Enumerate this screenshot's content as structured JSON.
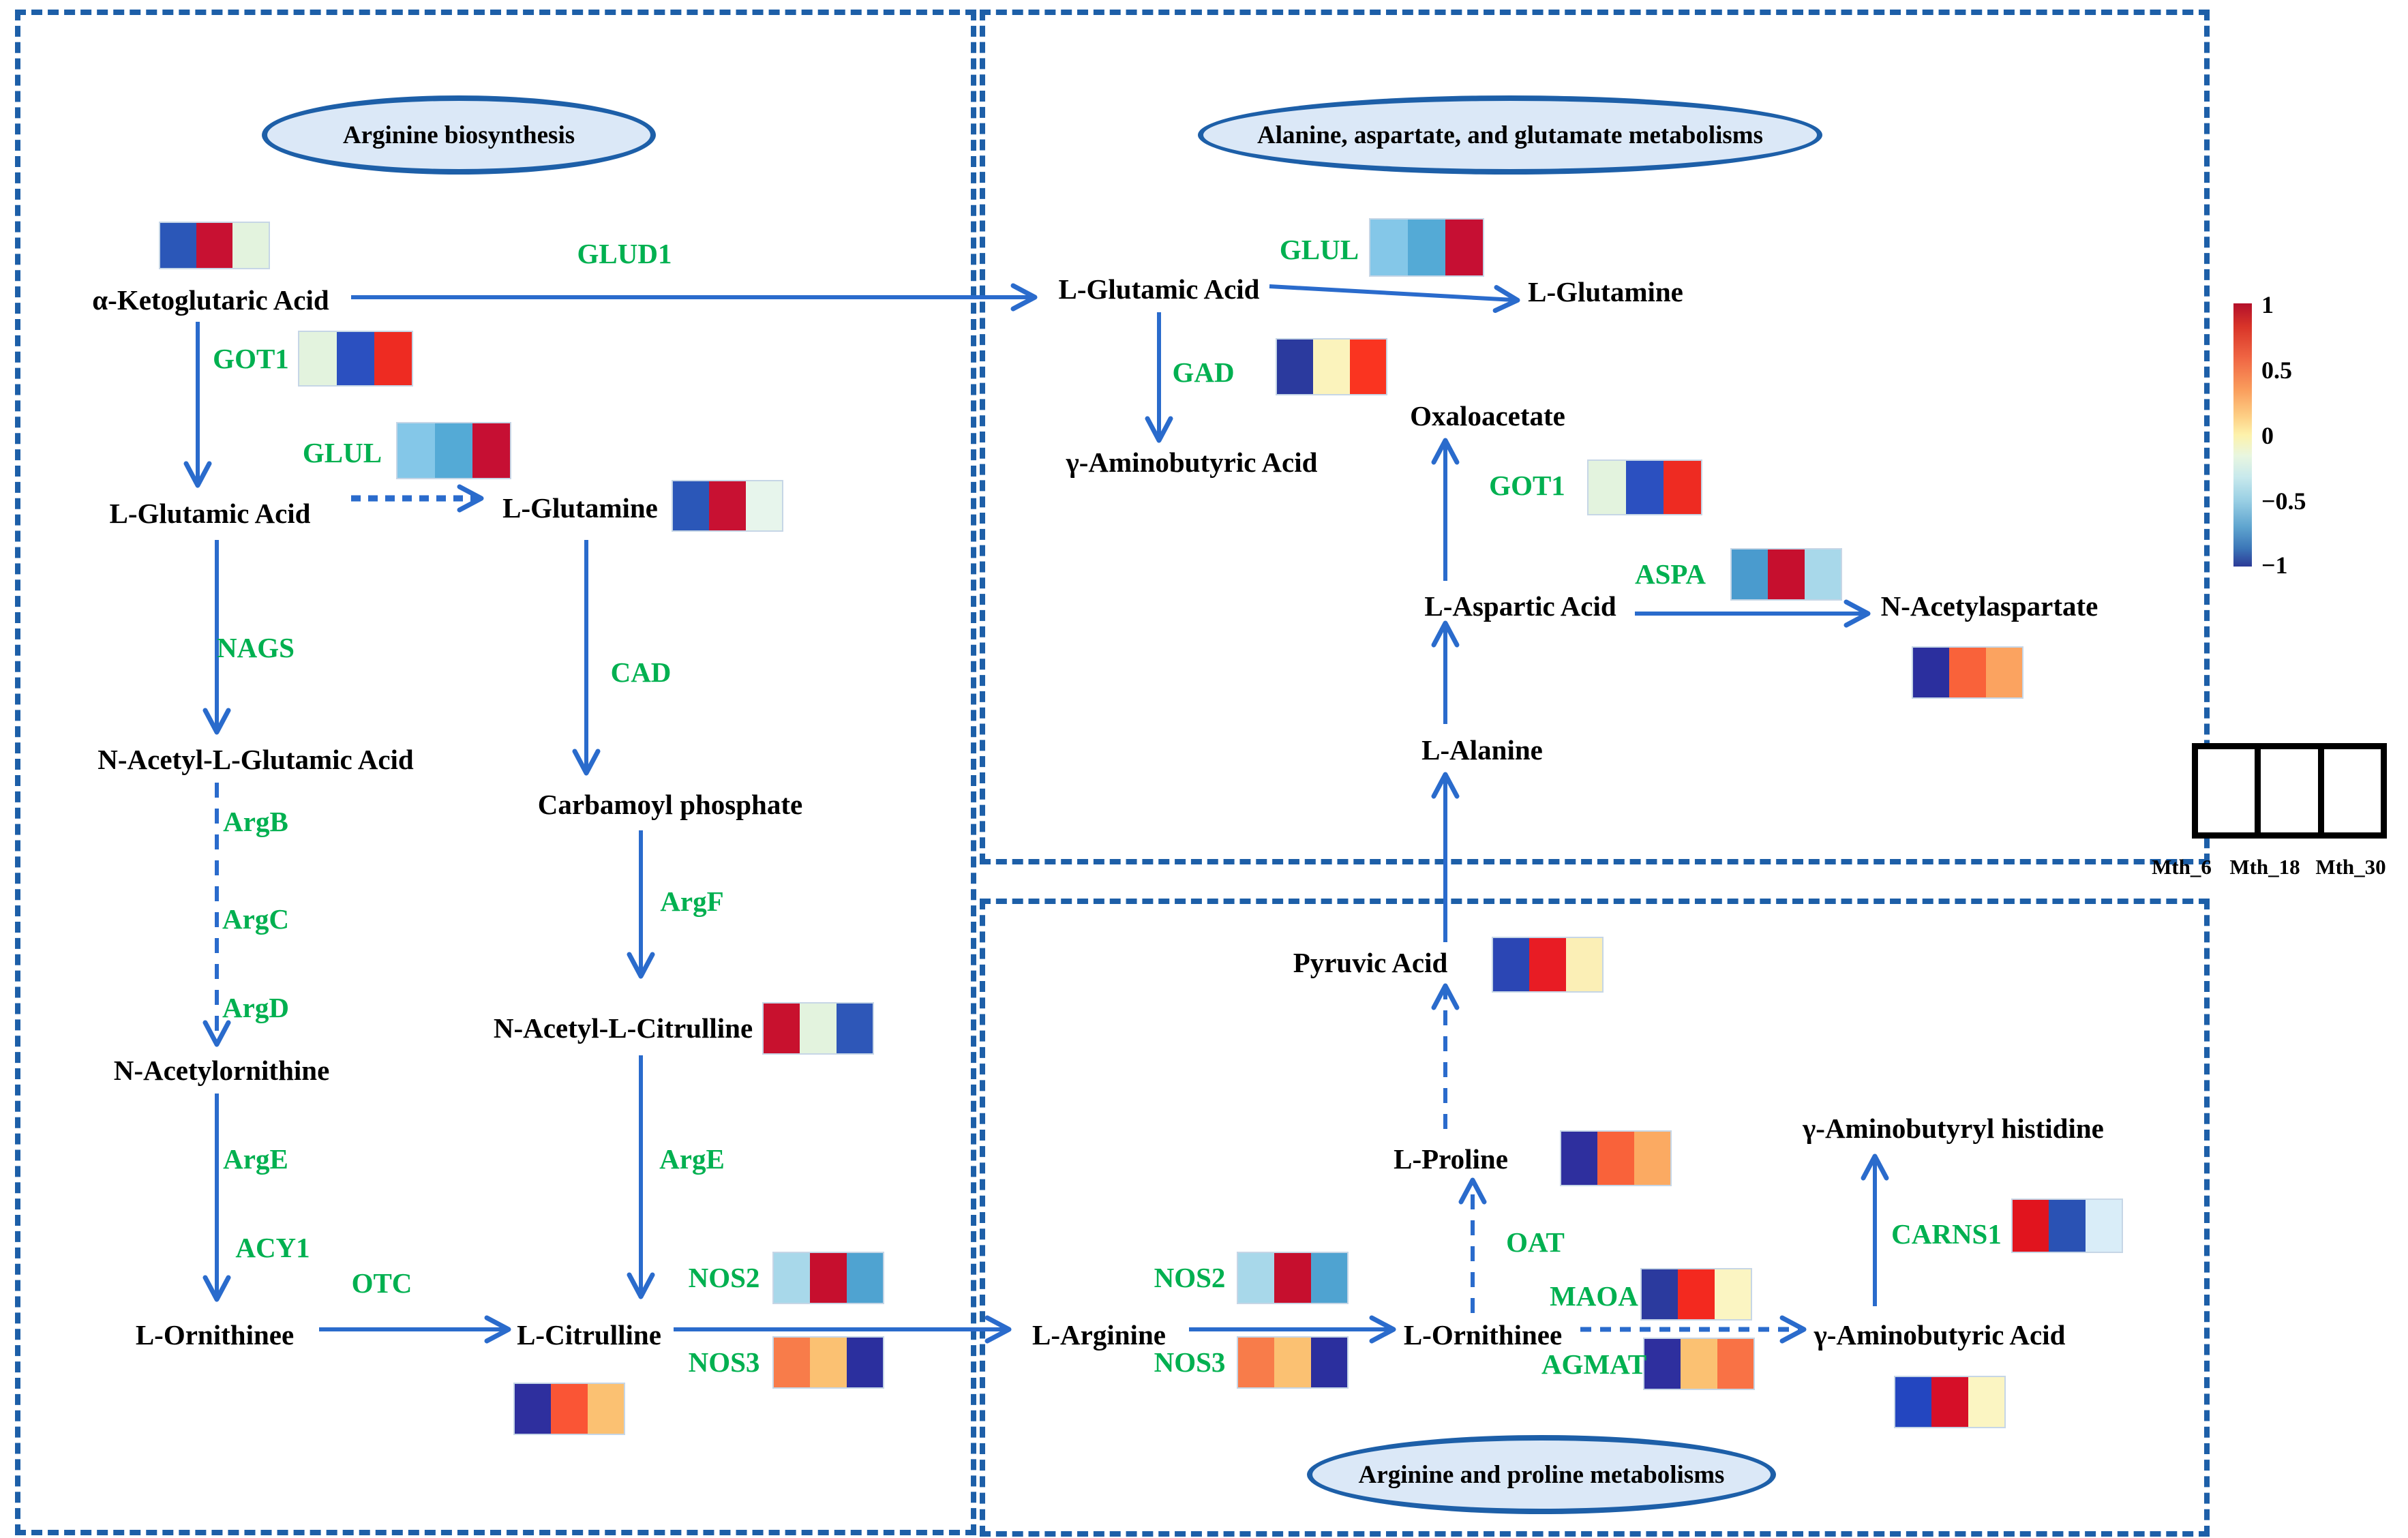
{
  "panels": {
    "arginine_biosynthesis": {
      "title": "Arginine biosynthesis",
      "metabolites": {
        "alpha_ketoglutaric_acid": "α-Ketoglutaric Acid",
        "l_glutamic_acid": "L-Glutamic Acid",
        "l_glutamine": "L-Glutamine",
        "n_acetyl_l_glutamic_acid": "N-Acetyl-L-Glutamic Acid",
        "carbamoyl_phosphate": "Carbamoyl phosphate",
        "n_acetylornithine": "N-Acetylornithine",
        "n_acetyl_l_citrulline": "N-Acetyl-L-Citrulline",
        "l_ornithinee": "L-Ornithinee",
        "l_citrulline": "L-Citrulline"
      },
      "enzymes": {
        "glud1": "GLUD1",
        "got1": "GOT1",
        "glul": "GLUL",
        "nags": "NAGS",
        "argb": "ArgB",
        "argc": "ArgC",
        "argd": "ArgD",
        "arge": "ArgE",
        "acy1": "ACY1",
        "otc": "OTC",
        "cad": "CAD",
        "argf": "ArgF",
        "arge2": "ArgE",
        "nos2": "NOS2",
        "nos3": "NOS3"
      }
    },
    "alanine_aspartate_glutamate": {
      "title": "Alanine, aspartate, and glutamate metabolisms",
      "metabolites": {
        "l_glutamic_acid": "L-Glutamic Acid",
        "l_glutamine": "L-Glutamine",
        "gamma_aminobutyric_acid": "γ-Aminobutyric Acid",
        "oxaloacetate": "Oxaloacetate",
        "l_aspartic_acid": "L-Aspartic Acid",
        "n_acetylaspartate": "N-Acetylaspartate",
        "l_alanine": "L-Alanine"
      },
      "enzymes": {
        "glul": "GLUL",
        "gad": "GAD",
        "got1": "GOT1",
        "aspa": "ASPA"
      }
    },
    "arginine_proline": {
      "title": "Arginine and proline metabolisms",
      "metabolites": {
        "l_arginine": "L-Arginine",
        "l_ornithinee": "L-Ornithinee",
        "pyruvic_acid": "Pyruvic Acid",
        "l_proline": "L-Proline",
        "gamma_aminobutyric_acid": "γ-Aminobutyric Acid",
        "gamma_aminobutyryl_histidine": "γ-Aminobutyryl histidine"
      },
      "enzymes": {
        "nos2": "NOS2",
        "nos3": "NOS3",
        "oat": "OAT",
        "maoa": "MAOA",
        "agmat": "AGMAT",
        "carns1": "CARNS1"
      }
    }
  },
  "heatmaps": {
    "akg": {
      "colors": [
        "#2b57b8",
        "#c81132",
        "#e3f3de"
      ]
    },
    "got1_l": {
      "colors": [
        "#e3f3de",
        "#2b50c0",
        "#ee2b22"
      ]
    },
    "glul_l": {
      "colors": [
        "#84c7e8",
        "#54aad6",
        "#c60f33"
      ]
    },
    "gln_l": {
      "colors": [
        "#2b57b8",
        "#c81132",
        "#e7f5ec"
      ]
    },
    "nacitr": {
      "colors": [
        "#c8112e",
        "#e3f3de",
        "#2e57b8"
      ]
    },
    "nos2_l": {
      "colors": [
        "#a8d8ea",
        "#c60f2e",
        "#4fa3d1"
      ]
    },
    "nos3_l": {
      "colors": [
        "#f87c4a",
        "#fbc172",
        "#2b2f9e"
      ]
    },
    "citr_b": {
      "colors": [
        "#2e2f9e",
        "#fa5535",
        "#fbc172"
      ]
    },
    "glul_r": {
      "colors": [
        "#84c7e8",
        "#54aad6",
        "#c60f33"
      ]
    },
    "gad": {
      "colors": [
        "#2b3a9e",
        "#fbf3bc",
        "#fa3420"
      ]
    },
    "got1_r": {
      "colors": [
        "#e3f3de",
        "#2b50c0",
        "#ee2b22"
      ]
    },
    "aspa": {
      "colors": [
        "#4a9bce",
        "#c60f2e",
        "#a8d8ea"
      ]
    },
    "naa": {
      "colors": [
        "#2b2f9e",
        "#f9623a",
        "#fba360"
      ]
    },
    "pyr": {
      "colors": [
        "#2b46b4",
        "#e81c24",
        "#fbefb6"
      ]
    },
    "pro": {
      "colors": [
        "#2e2f9e",
        "#f9623a",
        "#fbaa62"
      ]
    },
    "nos2_b": {
      "colors": [
        "#a8d8ea",
        "#c60f2e",
        "#4fa3d1"
      ]
    },
    "nos3_b": {
      "colors": [
        "#f87c4a",
        "#fbc172",
        "#2b2f9e"
      ]
    },
    "maoa": {
      "colors": [
        "#2b3a9e",
        "#f3291f",
        "#fbf5c2"
      ]
    },
    "agmat": {
      "colors": [
        "#2e2f9e",
        "#fbc172",
        "#f97245"
      ]
    },
    "gaba_b": {
      "colors": [
        "#2346c0",
        "#d60f28",
        "#fbf5c2"
      ]
    },
    "carns1": {
      "colors": [
        "#e1141e",
        "#2a52b4",
        "#d9edf8"
      ]
    }
  },
  "colorbar": {
    "ticks": [
      "1",
      "0.5",
      "0",
      "−0.5",
      "−1"
    ],
    "top_color": "#b3102a",
    "mid_color": "#fdf2ab",
    "bottom_color": "#2c3a97"
  },
  "legend": {
    "labels": [
      "Mth_6",
      "Mth_18",
      "Mth_30"
    ]
  },
  "colors": {
    "panel_border": "#1d5fa8",
    "arrow_blue": "#2a6bcc",
    "enzyme_green": "#00b050",
    "ellipse_fill": "#dbe8f7"
  }
}
